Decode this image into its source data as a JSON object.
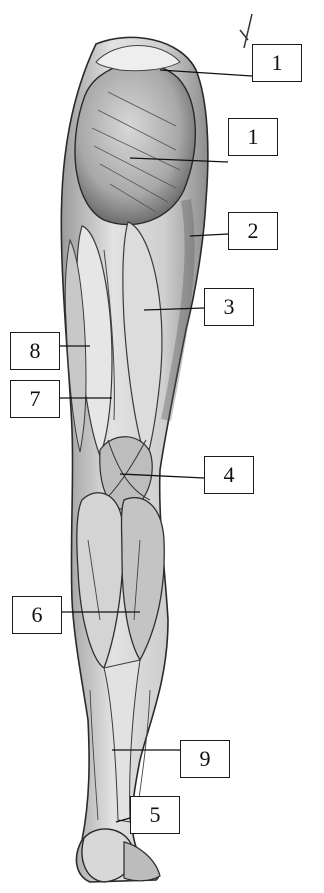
{
  "labels": [
    {
      "id": "label-1-top",
      "text": "1"
    },
    {
      "id": "label-1-gluteus",
      "text": "1"
    },
    {
      "id": "label-2",
      "text": "2"
    },
    {
      "id": "label-3",
      "text": "3"
    },
    {
      "id": "label-8",
      "text": "8"
    },
    {
      "id": "label-7",
      "text": "7"
    },
    {
      "id": "label-4",
      "text": "4"
    },
    {
      "id": "label-6",
      "text": "6"
    },
    {
      "id": "label-9",
      "text": "9"
    },
    {
      "id": "label-5",
      "text": "5"
    }
  ]
}
